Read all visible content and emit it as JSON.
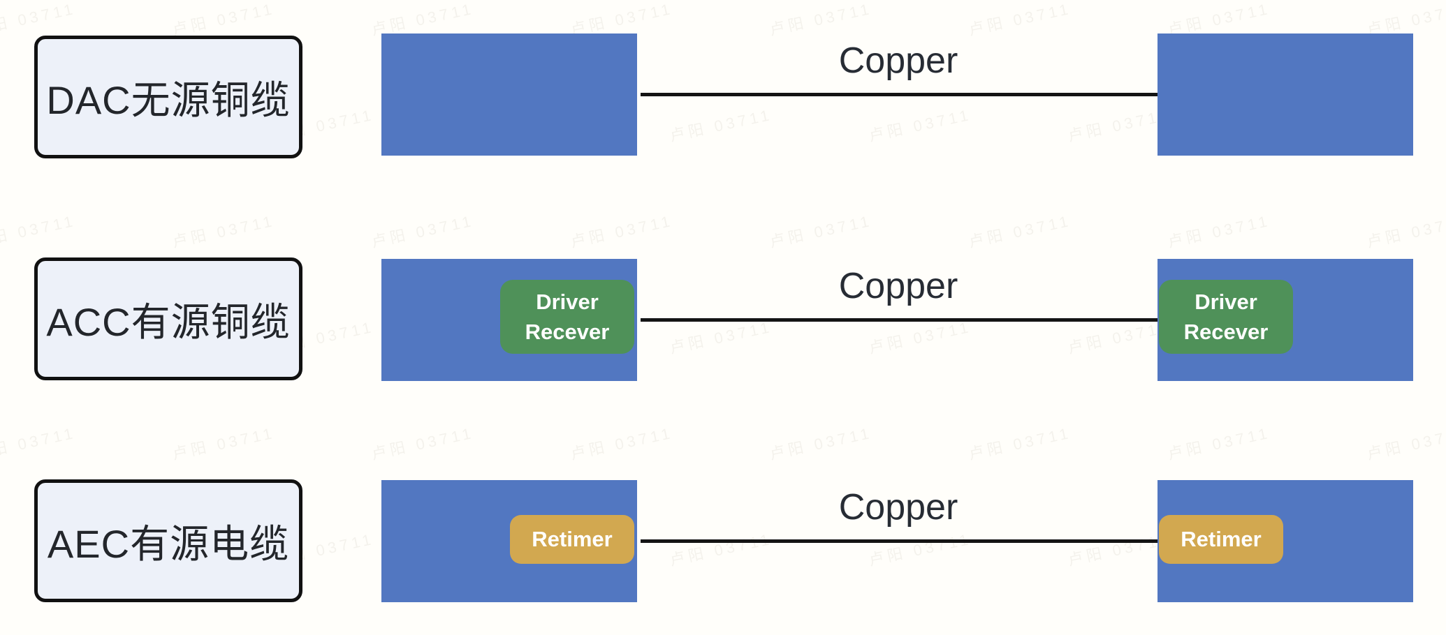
{
  "watermark": {
    "text": "卢阳 03711"
  },
  "colors": {
    "connector_blue": "#5277c1",
    "chip_green": "#4f9159",
    "chip_gold": "#d2a850",
    "label_box_bg": "#edf1f9",
    "label_box_border": "#111111",
    "link_line": "#141414",
    "text_dark": "#23262b"
  },
  "rows": [
    {
      "label": "DAC无源铜缆",
      "link_label": "Copper"
    },
    {
      "label": "ACC有源铜缆",
      "link_label": "Copper",
      "chip": {
        "line1": "Driver",
        "line2": "Recever"
      }
    },
    {
      "label": "AEC有源电缆",
      "link_label": "Copper",
      "chip": {
        "line1": "Retimer"
      }
    }
  ]
}
